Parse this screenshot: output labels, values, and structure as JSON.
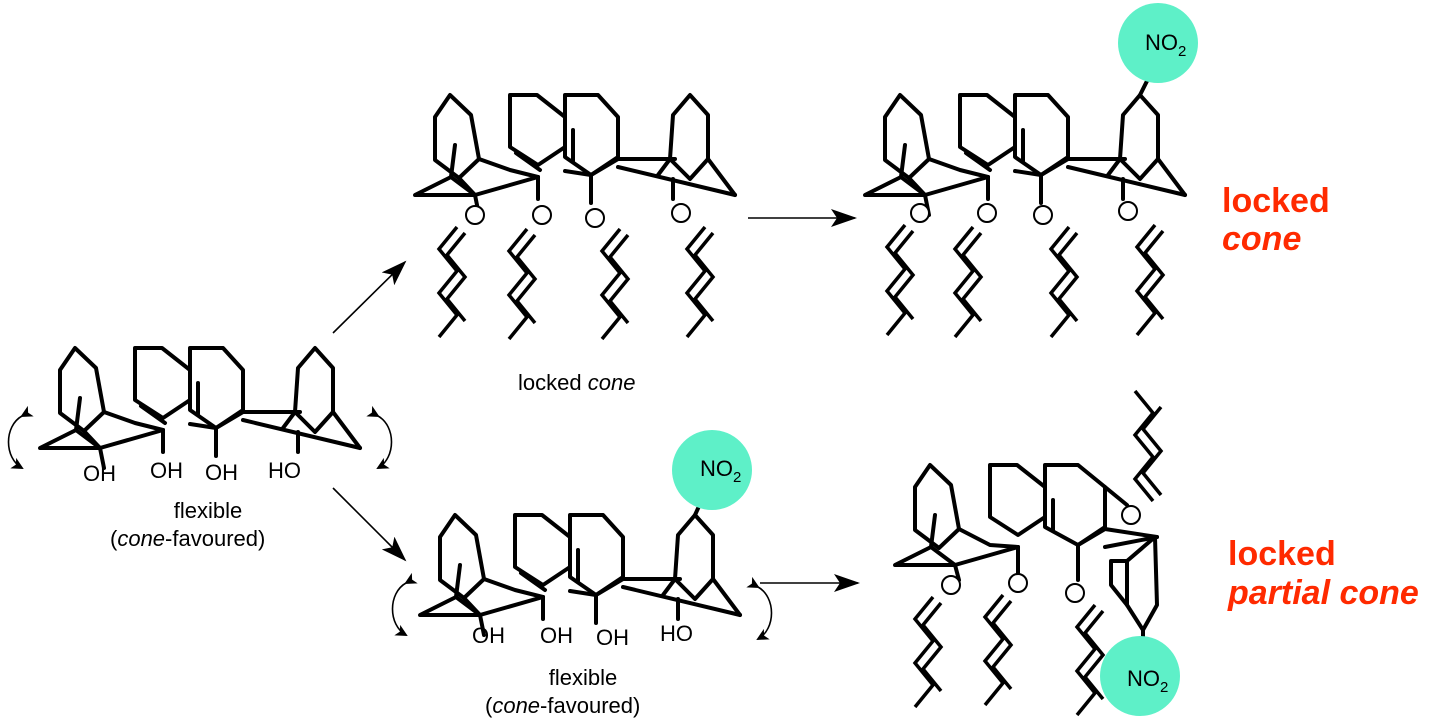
{
  "molecules": {
    "start": {
      "oh_labels": [
        "OH",
        "OH",
        "OH",
        "HO"
      ],
      "caption_line1": "flexible",
      "caption_paren_open": "(",
      "caption_italic": "cone",
      "caption_rest": "-favoured)"
    },
    "top_middle": {
      "o_atom": "O",
      "caption_plain": "locked ",
      "caption_italic": "cone"
    },
    "top_right": {
      "o_atom": "O",
      "nitro": "NO",
      "nitro_sub": "2"
    },
    "bottom_middle": {
      "oh_labels": [
        "OH",
        "OH",
        "OH",
        "HO"
      ],
      "nitro": "NO",
      "nitro_sub": "2",
      "caption_line1": "flexible",
      "caption_paren_open": "(",
      "caption_italic": "cone",
      "caption_rest": "-favoured)"
    },
    "bottom_right": {
      "o_atom": "O",
      "nitro": "NO",
      "nitro_sub": "2"
    }
  },
  "outcome_labels": {
    "top_line1": "locked",
    "top_line2": "cone",
    "bottom_line1": "locked",
    "bottom_line2": "partial cone"
  },
  "colors": {
    "nitro_highlight": "#5ef0c8",
    "outcome_red": "#ff2a00",
    "ink": "#000000"
  }
}
